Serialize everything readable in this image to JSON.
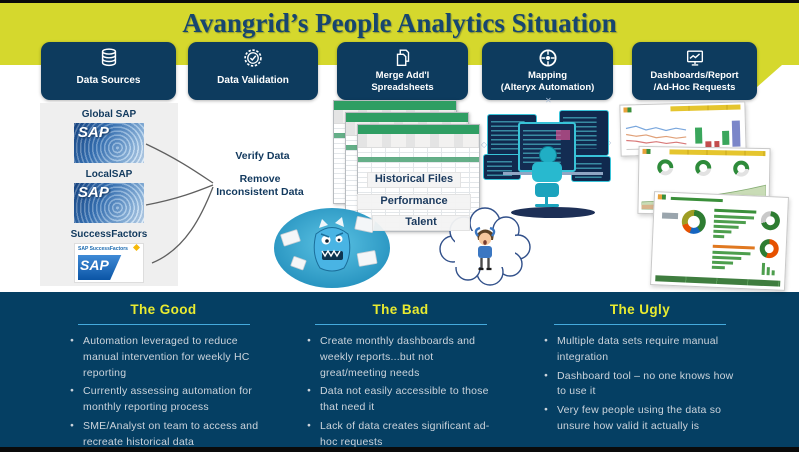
{
  "title": "Avangrid’s People Analytics Situation",
  "colors": {
    "banner_yellow": "#d5d82d",
    "step_navy": "#0d3b5e",
    "bottom_navy": "#053f63",
    "heading_yellow": "#e9eb30",
    "underline_blue": "#45aadd",
    "title_navy": "#17466f",
    "excel_green": "#2f9e63"
  },
  "steps": [
    {
      "icon": "database-icon",
      "lines": [
        "Data Sources"
      ]
    },
    {
      "icon": "validation-gear-icon",
      "lines": [
        "Data Validation"
      ]
    },
    {
      "icon": "merge-pages-icon",
      "lines": [
        "Merge Add'l",
        "Spreadsheets"
      ]
    },
    {
      "icon": "alteryx-automation-icon",
      "lines": [
        "Mapping",
        "(Alteryx Automation)"
      ]
    },
    {
      "icon": "dashboard-monitor-icon",
      "lines": [
        "Dashboards/Report",
        "/Ad-Hoc Requests"
      ]
    }
  ],
  "data_sources": {
    "items": [
      {
        "label": "Global SAP",
        "logo": "SAP"
      },
      {
        "label": "LocalSAP",
        "logo": "SAP"
      },
      {
        "label": "SuccessFactors",
        "logo": "SAP",
        "logo_header": "SAP SuccessFactors"
      }
    ]
  },
  "validation_notes": {
    "verify": "Verify Data",
    "remove_line1": "Remove",
    "remove_line2": "Inconsistent Data"
  },
  "spreadsheet_labels": {
    "historical": "Historical Files",
    "performance": "Performance",
    "talent": "Talent"
  },
  "bottom_sections": [
    {
      "heading": "The Good",
      "bullets": [
        "Automation leveraged to reduce manual intervention for weekly HC reporting",
        "Currently assessing automation for monthly reporting process",
        "SME/Analyst on team to access and recreate historical data"
      ]
    },
    {
      "heading": "The Bad",
      "bullets": [
        "Create monthly dashboards and weekly reports...but not great/meeting needs",
        "Data not easily accessible to those that need it",
        "Lack of data creates significant ad-hoc requests"
      ]
    },
    {
      "heading": "The Ugly",
      "bullets": [
        "Multiple data sets require manual integration",
        "Dashboard tool – no one knows how to use it",
        "Very few people using the data so unsure how valid it actually is"
      ]
    }
  ]
}
